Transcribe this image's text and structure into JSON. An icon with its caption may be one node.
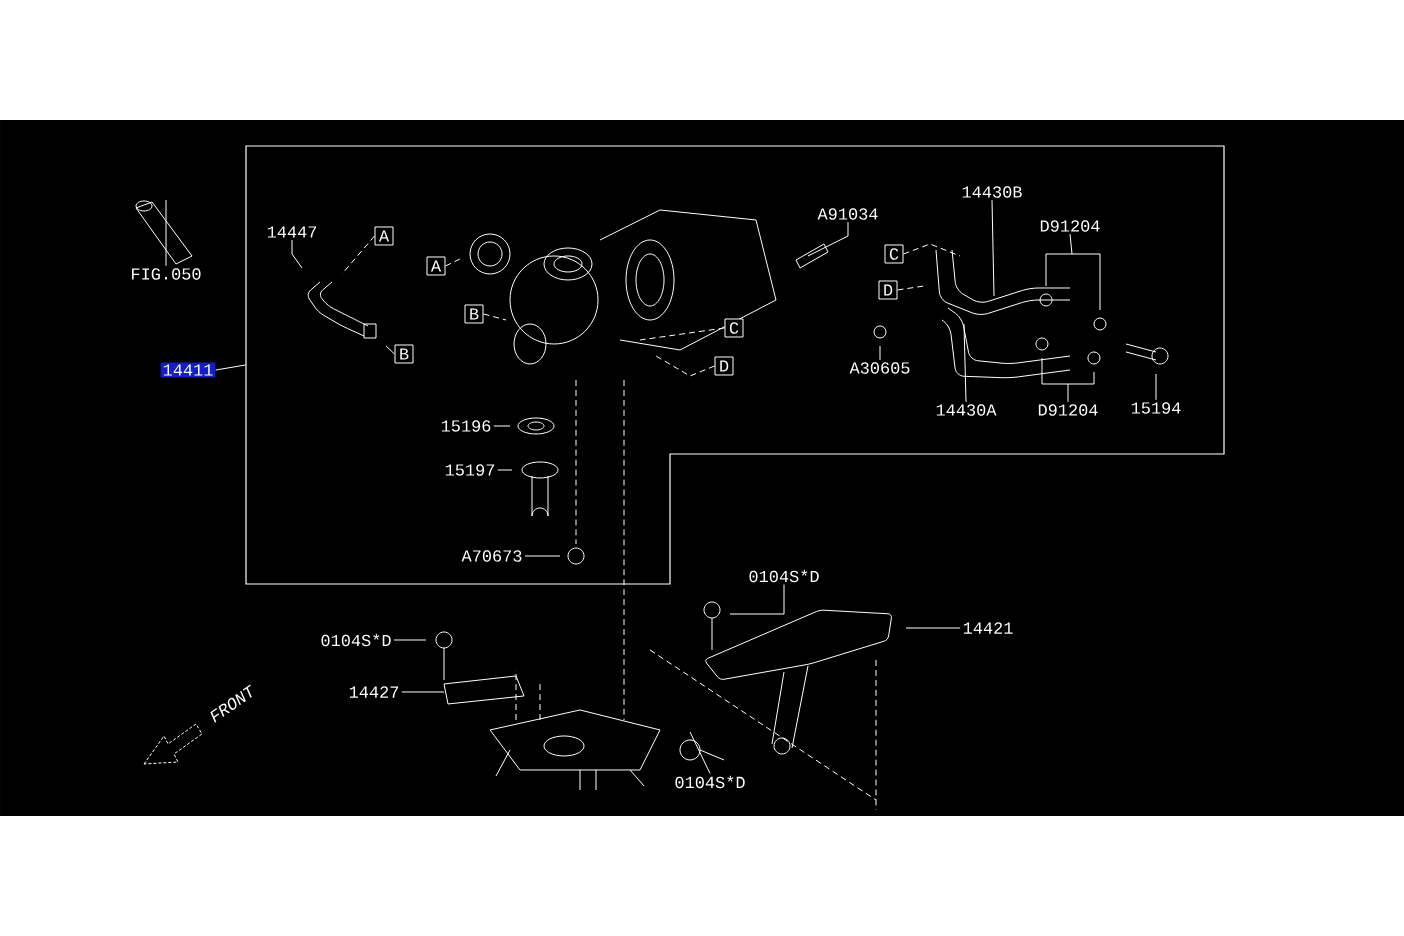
{
  "diagram": {
    "nodes": [
      {
        "text": [],
        "shape": "box"
      },
      {
        "text": [
          "FIG.050"
        ]
      },
      {
        "text": [
          "14411"
        ]
      },
      {
        "text": [
          "14447"
        ],
        "in": 0
      },
      {
        "text": [
          "A"
        ],
        "in": 0
      },
      {
        "text": [
          "B"
        ],
        "in": 0
      },
      {
        "text": [
          "A"
        ],
        "in": 0
      },
      {
        "text": [
          "B"
        ],
        "in": 0
      },
      {
        "text": [
          "C"
        ],
        "in": 0
      },
      {
        "text": [
          "D"
        ],
        "in": 0
      },
      {
        "text": [
          "A91034"
        ],
        "in": 0
      },
      {
        "text": [
          "14430B"
        ],
        "in": 0
      },
      {
        "text": [
          "D91204"
        ],
        "in": 0
      },
      {
        "text": [
          "C"
        ],
        "in": 0
      },
      {
        "text": [
          "D"
        ],
        "in": 0
      },
      {
        "text": [
          "A30605"
        ],
        "in": 0
      },
      {
        "text": [
          "14430A"
        ],
        "in": 0
      },
      {
        "text": [
          "D91204"
        ],
        "in": 0
      },
      {
        "text": [
          "15194"
        ],
        "in": 0
      },
      {
        "text": [
          "15196"
        ],
        "in": 0
      },
      {
        "text": [
          "15197"
        ],
        "in": 0
      },
      {
        "text": [
          "A70673"
        ],
        "in": 0
      },
      {
        "text": [
          "0104S*D"
        ]
      },
      {
        "text": [
          "14421"
        ]
      },
      {
        "text": [
          "0104S*D"
        ]
      },
      {
        "text": [
          "14427"
        ]
      },
      {
        "text": [
          "0104S*D"
        ]
      }
    ],
    "edges": [
      {
        "from": 1,
        "to": null,
        "arrow": "none"
      },
      {
        "from": 2,
        "to": 0,
        "arrow": "none"
      },
      {
        "from": 3,
        "to": null,
        "arrow": "none"
      },
      {
        "from": 4,
        "to": null,
        "arrow": "none",
        "style": "dashed"
      },
      {
        "from": 5,
        "to": null,
        "arrow": "none"
      },
      {
        "from": 6,
        "to": null,
        "arrow": "none",
        "style": "dashed"
      },
      {
        "from": 7,
        "to": null,
        "arrow": "none",
        "style": "dashed"
      },
      {
        "from": 8,
        "to": null,
        "arrow": "none",
        "style": "dashed"
      },
      {
        "from": 9,
        "to": null,
        "arrow": "none",
        "style": "dashed"
      },
      {
        "from": 10,
        "to": null,
        "arrow": "none"
      },
      {
        "from": 11,
        "to": null,
        "arrow": "none"
      },
      {
        "from": 12,
        "to": null,
        "arrow": "none"
      },
      {
        "from": 13,
        "to": null,
        "arrow": "none",
        "style": "dashed"
      },
      {
        "from": 14,
        "to": null,
        "arrow": "none",
        "style": "dashed"
      },
      {
        "from": 15,
        "to": null,
        "arrow": "none"
      },
      {
        "from": 16,
        "to": null,
        "arrow": "none"
      },
      {
        "from": 17,
        "to": null,
        "arrow": "none"
      },
      {
        "from": 18,
        "to": null,
        "arrow": "none"
      },
      {
        "from": 19,
        "to": null,
        "arrow": "none"
      },
      {
        "from": 20,
        "to": null,
        "arrow": "none"
      },
      {
        "from": 21,
        "to": null,
        "arrow": "none"
      },
      {
        "from": 22,
        "to": null,
        "arrow": "none"
      },
      {
        "from": 23,
        "to": null,
        "arrow": "none"
      },
      {
        "from": 24,
        "to": null,
        "arrow": "none"
      },
      {
        "from": 25,
        "to": null,
        "arrow": "none"
      },
      {
        "from": 26,
        "to": null,
        "arrow": "none"
      }
    ],
    "labels": [
      "FRONT"
    ]
  }
}
